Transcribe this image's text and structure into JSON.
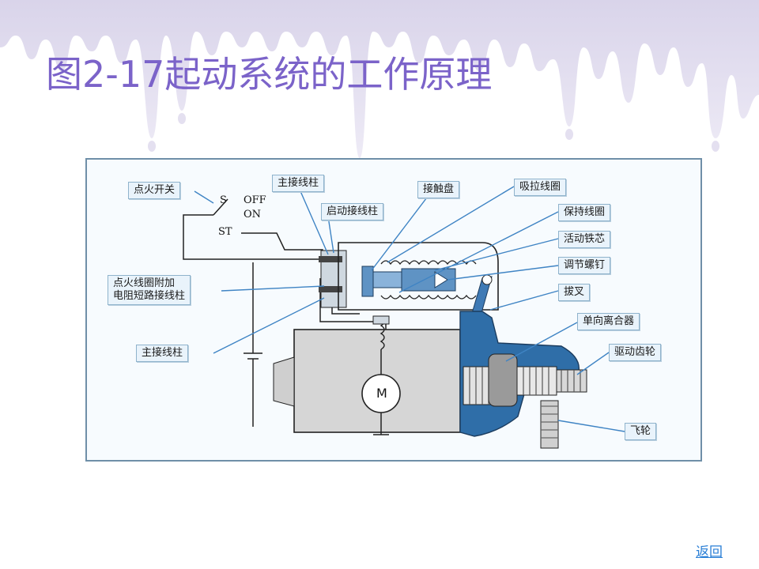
{
  "slide": {
    "title": "图2-17起动系统的工作原理",
    "back_link": "返回"
  },
  "diagram": {
    "labels": {
      "ignition_switch": "点火开关",
      "main_terminal_top": "主接线柱",
      "contact_disc": "接触盘",
      "pull_in_coil": "吸拉线圈",
      "start_terminal": "启动接线柱",
      "hold_in_coil": "保持线圈",
      "plunger": "活动铁芯",
      "adjust_screw": "调节螺钉",
      "ballast_line1": "点火线圈附加",
      "ballast_line2": "电阻短路接线柱",
      "shift_fork": "拔叉",
      "overrunning_clutch": "单向离合器",
      "main_terminal_bottom": "主接线柱",
      "drive_gear": "驱动齿轮",
      "flywheel": "飞轮"
    },
    "switch_positions": {
      "s": "S",
      "off": "OFF",
      "on": "ON",
      "st": "ST"
    },
    "motor_symbol": "M"
  }
}
